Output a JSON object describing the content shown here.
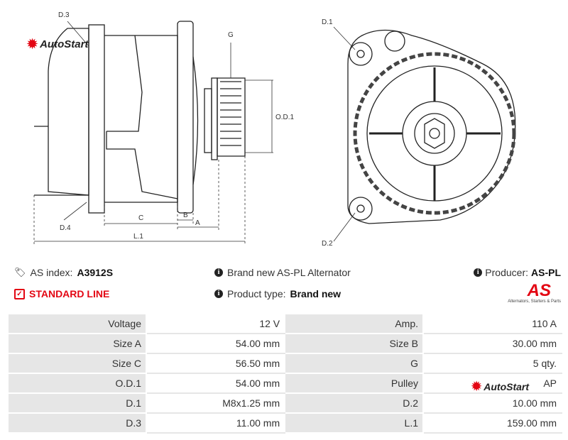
{
  "brand": {
    "logo_text": "AutoStart",
    "accent": "#e30613"
  },
  "drawing": {
    "side_labels": {
      "d3": "D.3",
      "g": "G",
      "od1": "O.D.1",
      "c": "C",
      "b": "B",
      "a": "A",
      "l1": "L.1",
      "d4": "D.4"
    },
    "front_labels": {
      "d1": "D.1",
      "d2": "D.2"
    }
  },
  "info": {
    "as_index_label": "AS index:",
    "as_index_value": "A3912S",
    "standard_line": "STANDARD LINE",
    "description": "Brand new AS-PL Alternator",
    "product_type_label": "Product type:",
    "product_type_value": "Brand new",
    "producer_label": "Producer:",
    "producer_value": "AS-PL",
    "producer_logo": "AS",
    "producer_tagline": "Alternators, Starters & Parts"
  },
  "specs": [
    [
      "Voltage",
      "12 V",
      "Amp.",
      "110 A"
    ],
    [
      "Size A",
      "54.00 mm",
      "Size B",
      "30.00 mm"
    ],
    [
      "Size C",
      "56.50 mm",
      "G",
      "5 qty."
    ],
    [
      "O.D.1",
      "54.00 mm",
      "Pulley",
      "AP"
    ],
    [
      "D.1",
      "M8x1.25 mm",
      "D.2",
      "10.00 mm"
    ],
    [
      "D.3",
      "11.00 mm",
      "L.1",
      "159.00 mm"
    ]
  ]
}
